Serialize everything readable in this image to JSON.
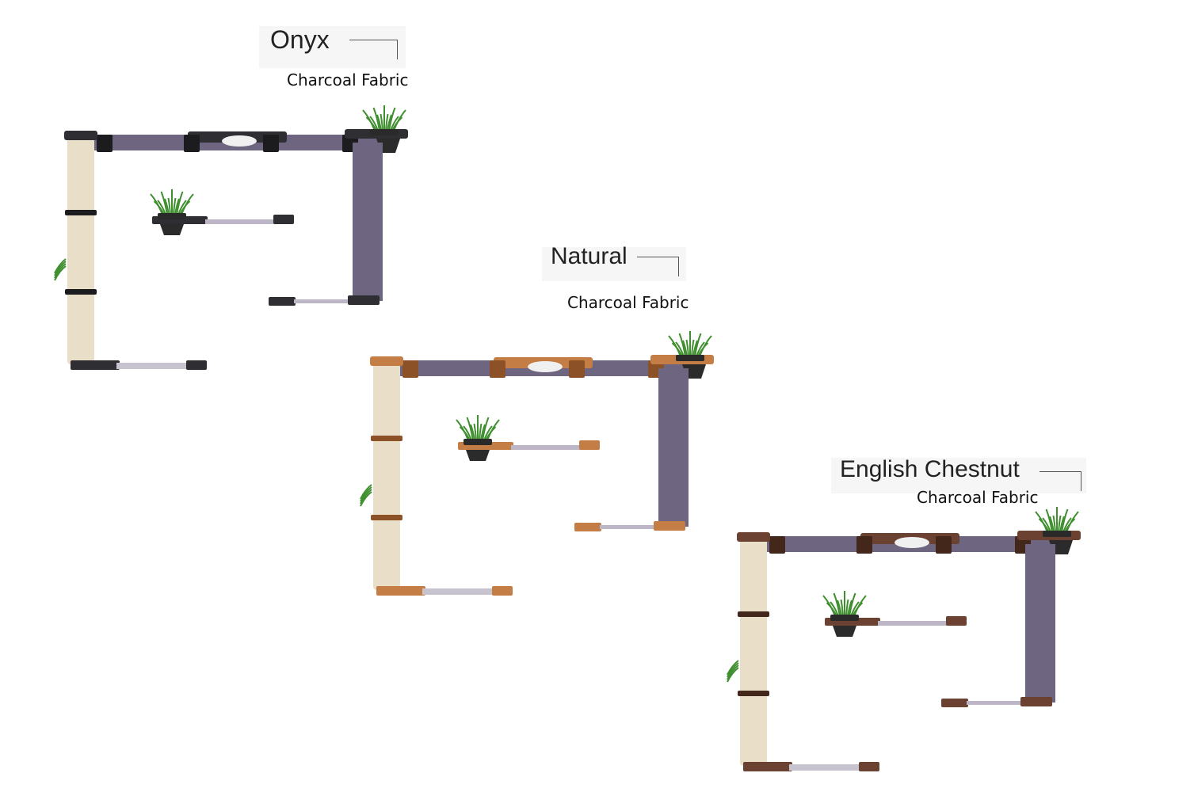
{
  "variants": [
    {
      "title": "Onyx",
      "fabric": "Charcoal Fabric",
      "wood": "#2f2f33",
      "woodDark": "#1c1c1f"
    },
    {
      "title": "Natural",
      "fabric": "Charcoal Fabric",
      "wood": "#c47d45",
      "woodDark": "#8c5126"
    },
    {
      "title": "English Chestnut",
      "fabric": "Charcoal Fabric",
      "wood": "#6b4232",
      "woodDark": "#44271b"
    }
  ],
  "colors": {
    "fabric": "#6e6680",
    "rope": "#e9dfc8",
    "plant": "#3f8f2f"
  }
}
